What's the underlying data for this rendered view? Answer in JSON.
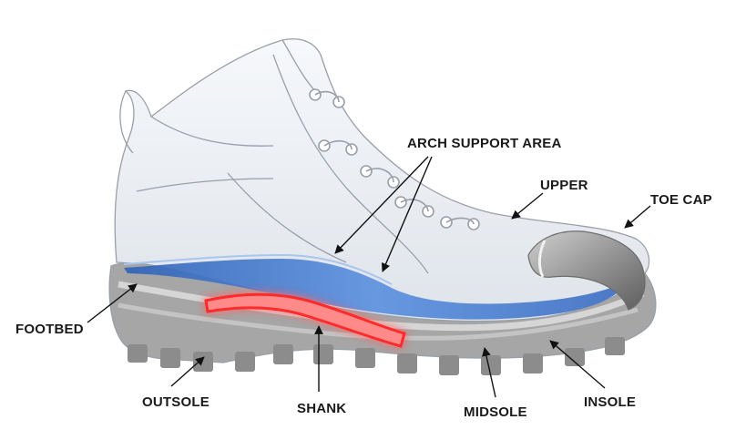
{
  "labels": {
    "arch_support_area": "ARCH SUPPORT AREA",
    "upper": "UPPER",
    "toe_cap": "TOE CAP",
    "footbed": "FOOTBED",
    "outsole": "OUTSOLE",
    "shank": "SHANK",
    "midsole": "MIDSOLE",
    "insole": "INSOLE"
  },
  "colors": {
    "footbed": "#3f74c9",
    "shank_glow": "#ff3b3b",
    "outsole": "#a9a9a9",
    "upper": "#eef1f5",
    "toe_cap": "#8e8e8e"
  }
}
